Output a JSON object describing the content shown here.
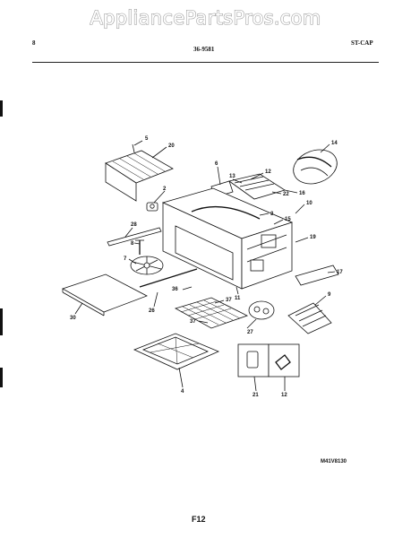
{
  "watermark": "AppliancePartsPros.com",
  "header": {
    "left": "8",
    "center": "36-9581",
    "right": "ST-CAP"
  },
  "diagram_code": "M41V8130",
  "page_number": "F12",
  "callouts": {
    "c1": "5",
    "c2": "20",
    "c3": "14",
    "c4": "6",
    "c5": "12",
    "c6": "13",
    "c7": "2",
    "c8": "22",
    "c9": "16",
    "c10": "10",
    "c11": "3",
    "c12": "15",
    "c13": "28",
    "c14": "8",
    "c15": "19",
    "c16": "7",
    "c17": "17",
    "c18": "11",
    "c19": "30",
    "c20": "26",
    "c21": "36",
    "c22": "37",
    "c23": "9",
    "c24": "37",
    "c25": "27",
    "c26": "4",
    "c27": "21",
    "c28": "12"
  }
}
